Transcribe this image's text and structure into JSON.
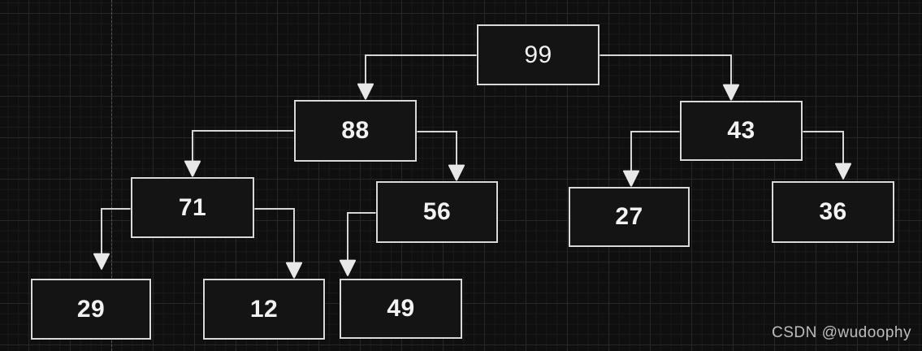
{
  "watermark": "CSDN @wudoophy",
  "diagram": {
    "type": "binary-tree",
    "nodes": [
      {
        "id": "n99",
        "value": "99"
      },
      {
        "id": "n88",
        "value": "88"
      },
      {
        "id": "n43",
        "value": "43"
      },
      {
        "id": "n71",
        "value": "71"
      },
      {
        "id": "n56",
        "value": "56"
      },
      {
        "id": "n27",
        "value": "27"
      },
      {
        "id": "n36",
        "value": "36"
      },
      {
        "id": "n29",
        "value": "29"
      },
      {
        "id": "n12",
        "value": "12"
      },
      {
        "id": "n49",
        "value": "49"
      }
    ],
    "edges": [
      {
        "from": "n99",
        "to": "n88"
      },
      {
        "from": "n99",
        "to": "n43"
      },
      {
        "from": "n88",
        "to": "n71"
      },
      {
        "from": "n88",
        "to": "n56"
      },
      {
        "from": "n71",
        "to": "n29"
      },
      {
        "from": "n71",
        "to": "n12"
      },
      {
        "from": "n56",
        "to": "n49"
      },
      {
        "from": "n43",
        "to": "n27"
      },
      {
        "from": "n43",
        "to": "n36"
      }
    ]
  },
  "colors": {
    "background": "#0f0f0f",
    "grid_minor": "#1a1a1a",
    "grid_major": "#272727",
    "node_fill": "#141414",
    "node_border": "#d9d9d9",
    "node_text": "#f2f2f2",
    "edge": "#d6d6d6",
    "guide_line": "#606060",
    "watermark": "#bdbdbd"
  }
}
